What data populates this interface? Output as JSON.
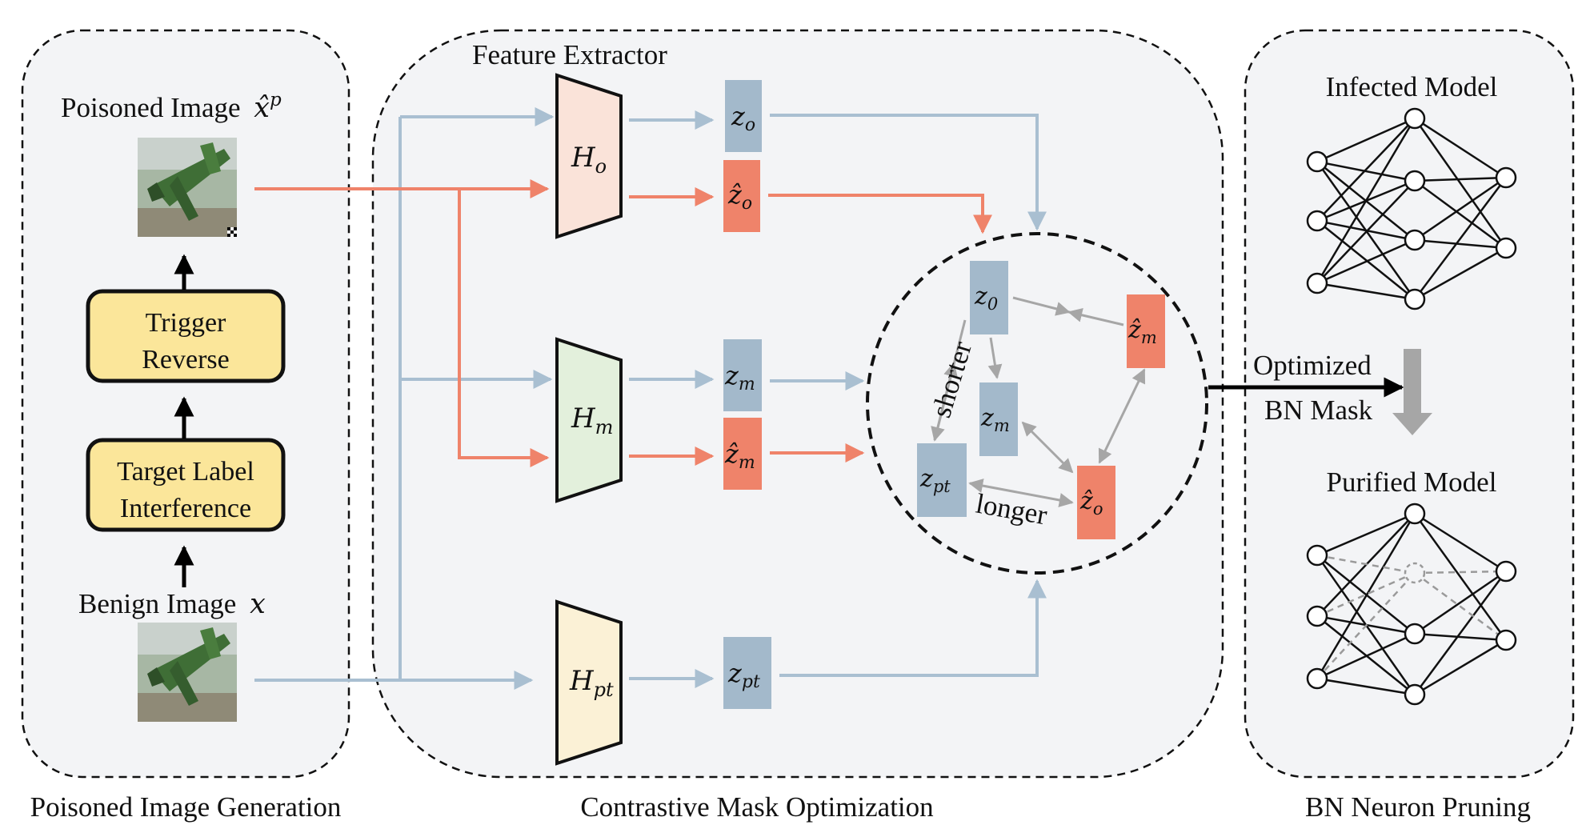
{
  "sections": {
    "poisoned_generation": "Poisoned Image Generation",
    "contrastive": "Contrastive Mask Optimization",
    "bn_pruning": "BN Neuron Pruning"
  },
  "labels": {
    "feature_extractor": "Feature Extractor",
    "poisoned_image": "Poisoned Image",
    "poisoned_image_var": "x̂",
    "poisoned_image_sup": "p",
    "benign_image": "Benign Image",
    "benign_image_var": "x",
    "trigger_reverse_1": "Trigger",
    "trigger_reverse_2": "Reverse",
    "target_label_1": "Target Label",
    "target_label_2": "Interference",
    "infected_model": "Infected Model",
    "purified_model": "Purified Model",
    "optimized": "Optimized",
    "bn_mask": "BN Mask",
    "shorter": "shorter",
    "longer": "longer"
  },
  "extractors": [
    {
      "id": "H_o",
      "base": "H",
      "sub": "o",
      "color": "#fae3d9"
    },
    {
      "id": "H_m",
      "base": "H",
      "sub": "m",
      "color": "#e3f0dc"
    },
    {
      "id": "H_pt",
      "base": "H",
      "sub": "pt",
      "color": "#fbf1d6"
    }
  ],
  "features": [
    {
      "id": "z_o",
      "base": "z",
      "sub": "o",
      "kind": "benign"
    },
    {
      "id": "zhat_o",
      "base": "ẑ",
      "sub": "o",
      "kind": "poisoned"
    },
    {
      "id": "z_m",
      "base": "z",
      "sub": "m",
      "kind": "benign"
    },
    {
      "id": "zhat_m",
      "base": "ẑ",
      "sub": "m",
      "kind": "poisoned"
    },
    {
      "id": "z_pt",
      "base": "z",
      "sub": "pt",
      "kind": "benign"
    }
  ],
  "circle_features": [
    {
      "id": "c_z0",
      "base": "z",
      "sub": "0",
      "kind": "benign"
    },
    {
      "id": "c_zhat_m",
      "base": "ẑ",
      "sub": "m",
      "kind": "poisoned"
    },
    {
      "id": "c_z_m",
      "base": "z",
      "sub": "m",
      "kind": "benign"
    },
    {
      "id": "c_z_pt",
      "base": "z",
      "sub": "pt",
      "kind": "benign"
    },
    {
      "id": "c_zhat_o",
      "base": "ẑ",
      "sub": "o",
      "kind": "poisoned"
    }
  ],
  "colors": {
    "benign": "#a3b9cb",
    "poisoned": "#ef836a",
    "benign_arrow": "#a9bfd1",
    "poisoned_arrow": "#ef836a",
    "panel_bg": "#f3f4f6",
    "module_fill": "#fbe69a",
    "gray_arrow": "#a6a6a6"
  }
}
